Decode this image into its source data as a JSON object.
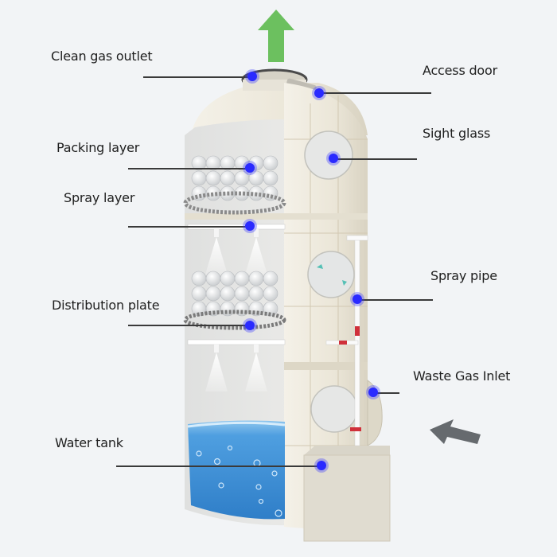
{
  "diagram": {
    "subject": "Spray tower gas scrubber (cutaway)",
    "flow_arrows": {
      "outlet": {
        "direction": "up",
        "color": "#6cc05f"
      },
      "inlet": {
        "direction": "left-up",
        "color": "#666a6e"
      }
    },
    "colors": {
      "background": "#f2f4f6",
      "tower_body": "#ece8dc",
      "callout_dot": "#2a2aff",
      "leader_line": "#3a3a3a",
      "water": "#3f8fd8",
      "valve": "#d0303a"
    },
    "labels": {
      "clean_gas_outlet": "Clean gas outlet",
      "access_door": "Access door",
      "sight_glass": "Sight glass",
      "packing_layer": "Packing layer",
      "spray_layer": "Spray layer",
      "spray_pipe": "Spray pipe",
      "distribution_plate": "Distribution plate",
      "waste_gas_inlet": "Waste Gas Inlet",
      "water_tank": "Water tank"
    }
  }
}
